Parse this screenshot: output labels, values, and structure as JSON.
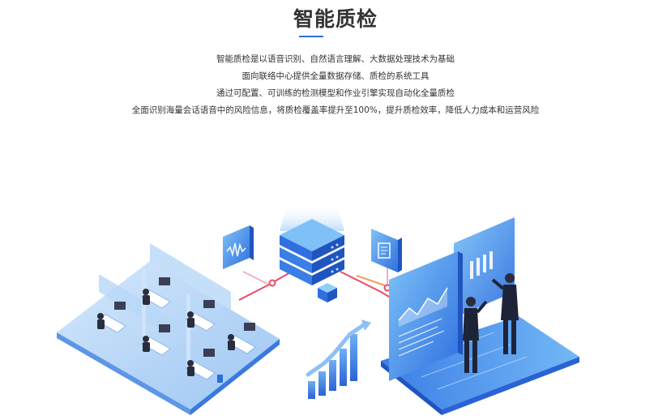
{
  "section": {
    "title": "智能质检",
    "description": [
      "智能质检是以语音识别、自然语言理解、大数据处理技术为基础",
      "面向联络中心提供全量数据存储、质检的系统工具",
      "通过可配置、可训练的检测模型和作业引擎实现自动化全量质检",
      "全面识别海量会话语音中的风险信息，将质检覆盖率提升至100%，提升质检效率，降低人力成本和运营风险"
    ]
  },
  "illustration": {
    "icons": [
      "audio-wave-icon",
      "server-icon",
      "document-icon",
      "cube-icon",
      "bar-chart-icon"
    ],
    "colors": {
      "primary": "#2b6fd6",
      "light": "#8fc0f5",
      "accent": "#e84a6a"
    }
  }
}
